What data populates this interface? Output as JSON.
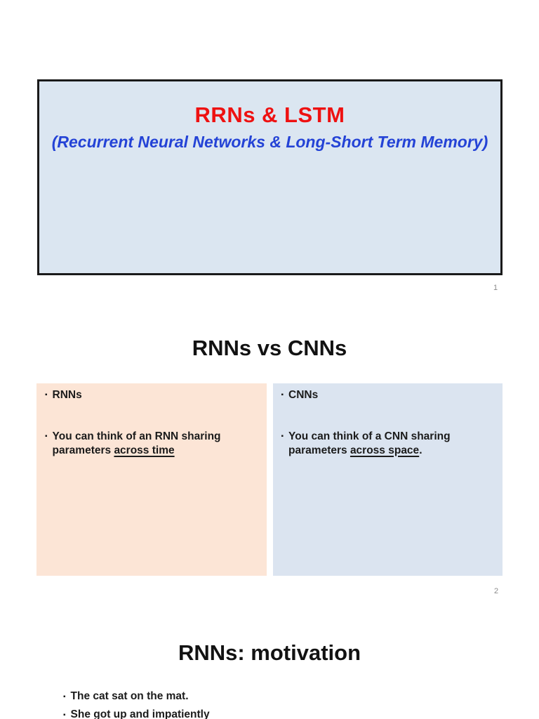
{
  "glyphs": {
    "bullet": "▪"
  },
  "colors": {
    "slide1_bg": "#dbe6f1",
    "slide1_border": "#1a1a1a",
    "title_red": "#ee1111",
    "subtitle_blue": "#2443d6",
    "rnn_box_bg": "#fce5d6",
    "cnn_box_bg": "#dbe4f0",
    "page_bg": "#ffffff"
  },
  "slides": [
    {
      "name": "title-slide",
      "title": "RRNs & LSTM",
      "subtitle": "(Recurrent Neural Networks & Long-Short Term Memory)",
      "page_number": "1"
    },
    {
      "name": "rnns-vs-cnns",
      "title": "RNNs vs CNNs",
      "page_number": "2",
      "left_box": {
        "heading": "RNNs",
        "body_pre": "You can think of an RNN sharing parameters ",
        "body_underlined": "across time",
        "body_post": ""
      },
      "right_box": {
        "heading": "CNNs",
        "body_pre": "You can think of a CNN sharing parameters ",
        "body_underlined": "across space",
        "body_post": "."
      }
    },
    {
      "name": "rnns-motivation",
      "title": "RNNs: motivation",
      "bullets": [
        "The cat sat on the mat.",
        "She got up and impatiently climbed on the chair, meowing for food."
      ]
    }
  ]
}
